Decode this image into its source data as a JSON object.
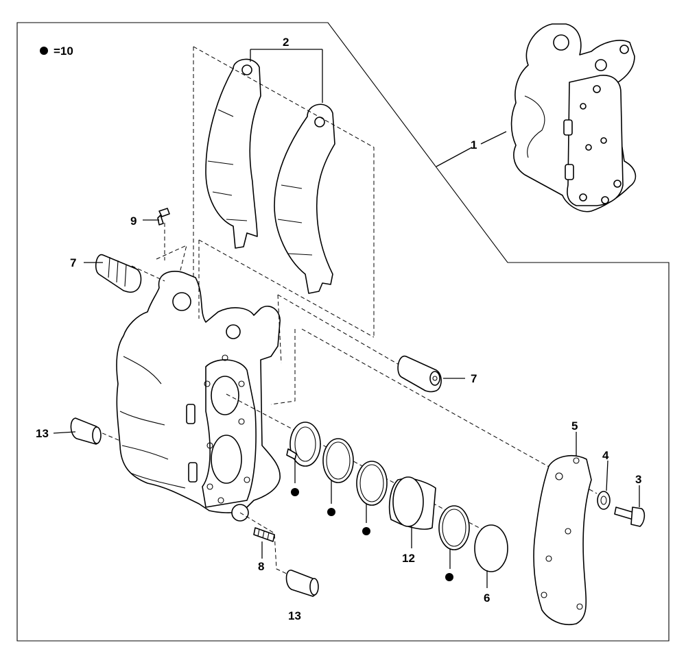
{
  "legend": {
    "bullet_label": "=10"
  },
  "callouts": {
    "p1": "1",
    "p2": "2",
    "p3": "3",
    "p4": "4",
    "p5": "5",
    "p6": "6",
    "p7_left": "7",
    "p7_right": "7",
    "p8": "8",
    "p9": "9",
    "p12": "12",
    "p13_left": "13",
    "p13_bottom": "13"
  }
}
